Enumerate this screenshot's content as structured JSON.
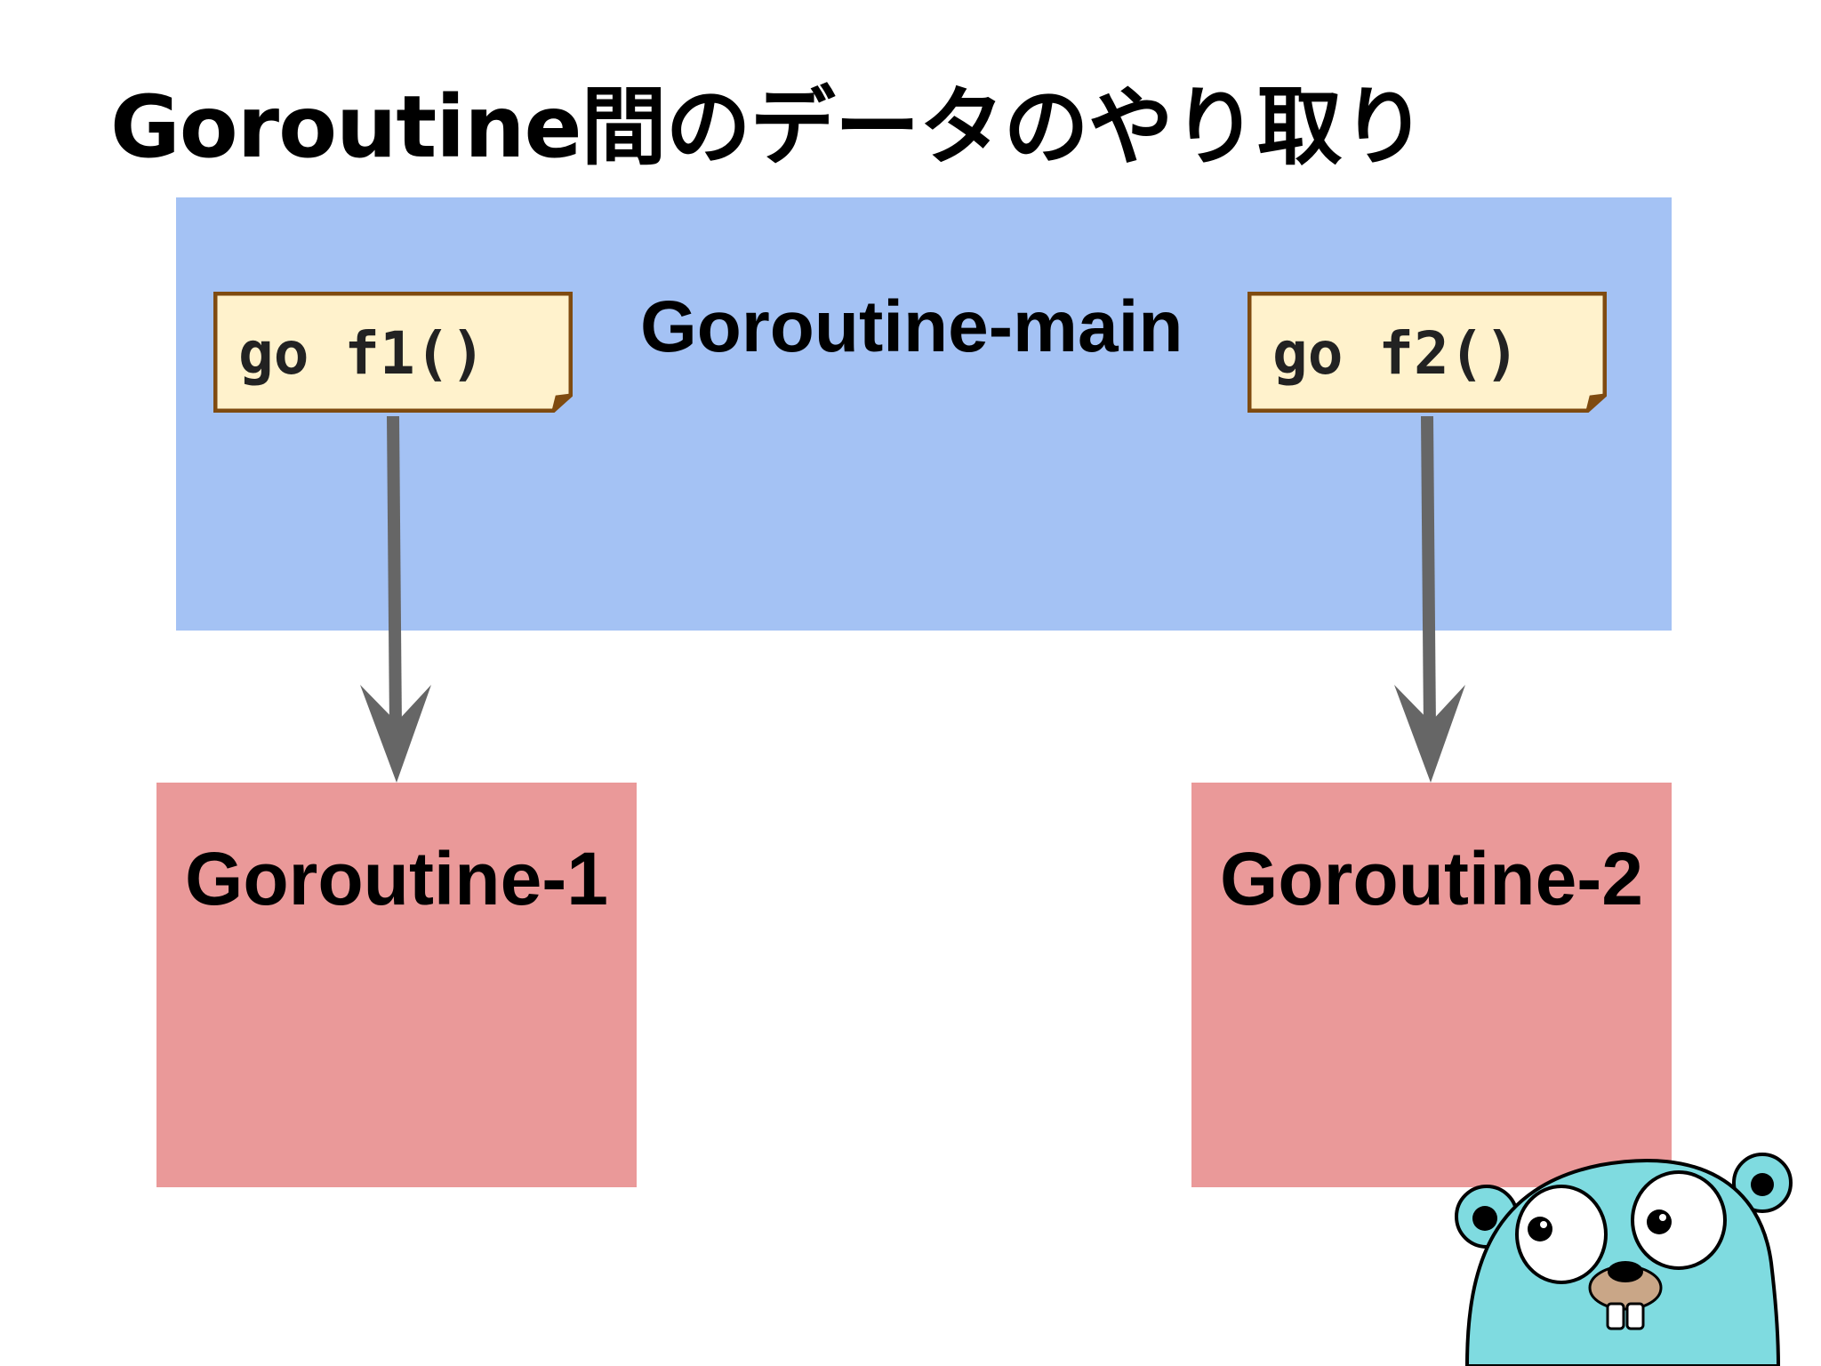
{
  "slide": {
    "title": "Goroutine間のデータのやり取り"
  },
  "diagram": {
    "main_label": "Goroutine-main",
    "calls": [
      {
        "code": "go f1()"
      },
      {
        "code": "go f2()"
      }
    ],
    "routines": [
      {
        "label": "Goroutine-1"
      },
      {
        "label": "Goroutine-2"
      }
    ]
  },
  "colors": {
    "main_box": "#a4c2f4",
    "routine_box": "#ea9999",
    "note_fill": "#fff2cc",
    "note_border": "#7f4b10",
    "arrow": "#666666",
    "gopher": "#7fdbe0"
  },
  "icons": [
    "gopher-mascot-icon"
  ]
}
